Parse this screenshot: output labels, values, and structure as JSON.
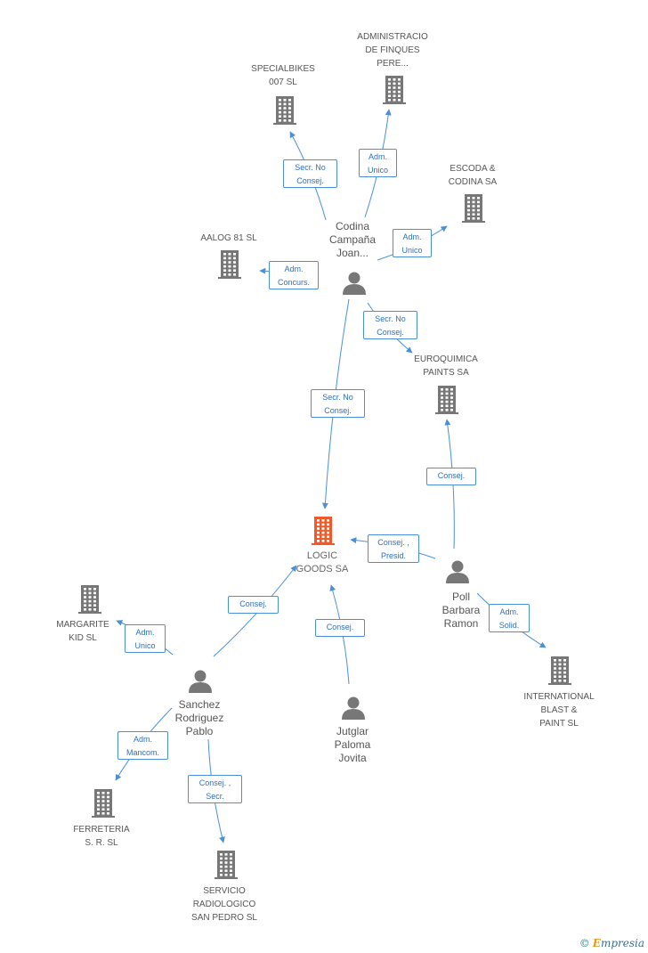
{
  "colors": {
    "company": "#777777",
    "main_company": "#f05a2a",
    "person": "#777777",
    "edge": "#4a90d9",
    "edge_text": "#2f6fbf"
  },
  "nodes": [
    {
      "id": "specialbikes",
      "kind": "company",
      "label": "SPECIALBIKES\n007  SL"
    },
    {
      "id": "administracio",
      "kind": "company",
      "label": "ADMINISTRACIO\nDE FINQUES\nPERE..."
    },
    {
      "id": "escoda",
      "kind": "company",
      "label": "ESCODA &\nCODINA SA"
    },
    {
      "id": "aalog",
      "kind": "company",
      "label": "AALOG 81 SL"
    },
    {
      "id": "codina",
      "kind": "person",
      "label": "Codina\nCampaña\nJoan..."
    },
    {
      "id": "euroquimica",
      "kind": "company",
      "label": "EUROQUIMICA\nPAINTS SA"
    },
    {
      "id": "logic",
      "kind": "main",
      "label": "LOGIC\nGOODS SA"
    },
    {
      "id": "poll",
      "kind": "person",
      "label": "Poll\nBarbara\nRamon"
    },
    {
      "id": "margarite",
      "kind": "company",
      "label": "MARGARITE\nKID SL"
    },
    {
      "id": "international",
      "kind": "company",
      "label": "INTERNATIONAL\nBLAST &\nPAINT SL"
    },
    {
      "id": "sanchez",
      "kind": "person",
      "label": "Sanchez\nRodriguez\nPablo"
    },
    {
      "id": "jutglar",
      "kind": "person",
      "label": "Jutglar\nPaloma\nJovita"
    },
    {
      "id": "ferreteria",
      "kind": "company",
      "label": "FERRETERIA\nS. R.  SL"
    },
    {
      "id": "servicio",
      "kind": "company",
      "label": "SERVICIO\nRADIOLOGICO\nSAN PEDRO SL"
    }
  ],
  "edges": [
    {
      "from": "codina",
      "to": "specialbikes",
      "label": "Secr.  No\nConsej."
    },
    {
      "from": "codina",
      "to": "administracio",
      "label": "Adm.\nUnico"
    },
    {
      "from": "codina",
      "to": "escoda",
      "label": "Adm.\nUnico"
    },
    {
      "from": "codina",
      "to": "aalog",
      "label": "Adm.\nConcurs."
    },
    {
      "from": "codina",
      "to": "euroquimica",
      "label": "Secr.  No\nConsej."
    },
    {
      "from": "codina",
      "to": "logic",
      "label": "Secr.  No\nConsej."
    },
    {
      "from": "poll",
      "to": "euroquimica",
      "label": "Consej."
    },
    {
      "from": "poll",
      "to": "logic",
      "label": "Consej. ,\nPresid."
    },
    {
      "from": "poll",
      "to": "international",
      "label": "Adm.\nSolid."
    },
    {
      "from": "sanchez",
      "to": "logic",
      "label": "Consej."
    },
    {
      "from": "sanchez",
      "to": "margarite",
      "label": "Adm.\nUnico"
    },
    {
      "from": "sanchez",
      "to": "ferreteria",
      "label": "Adm.\nMancom."
    },
    {
      "from": "sanchez",
      "to": "servicio",
      "label": "Consej. ,\nSecr."
    },
    {
      "from": "jutglar",
      "to": "logic",
      "label": "Consej."
    }
  ],
  "brand": {
    "symbol": "©",
    "initial": "E",
    "rest": "mpresia"
  }
}
